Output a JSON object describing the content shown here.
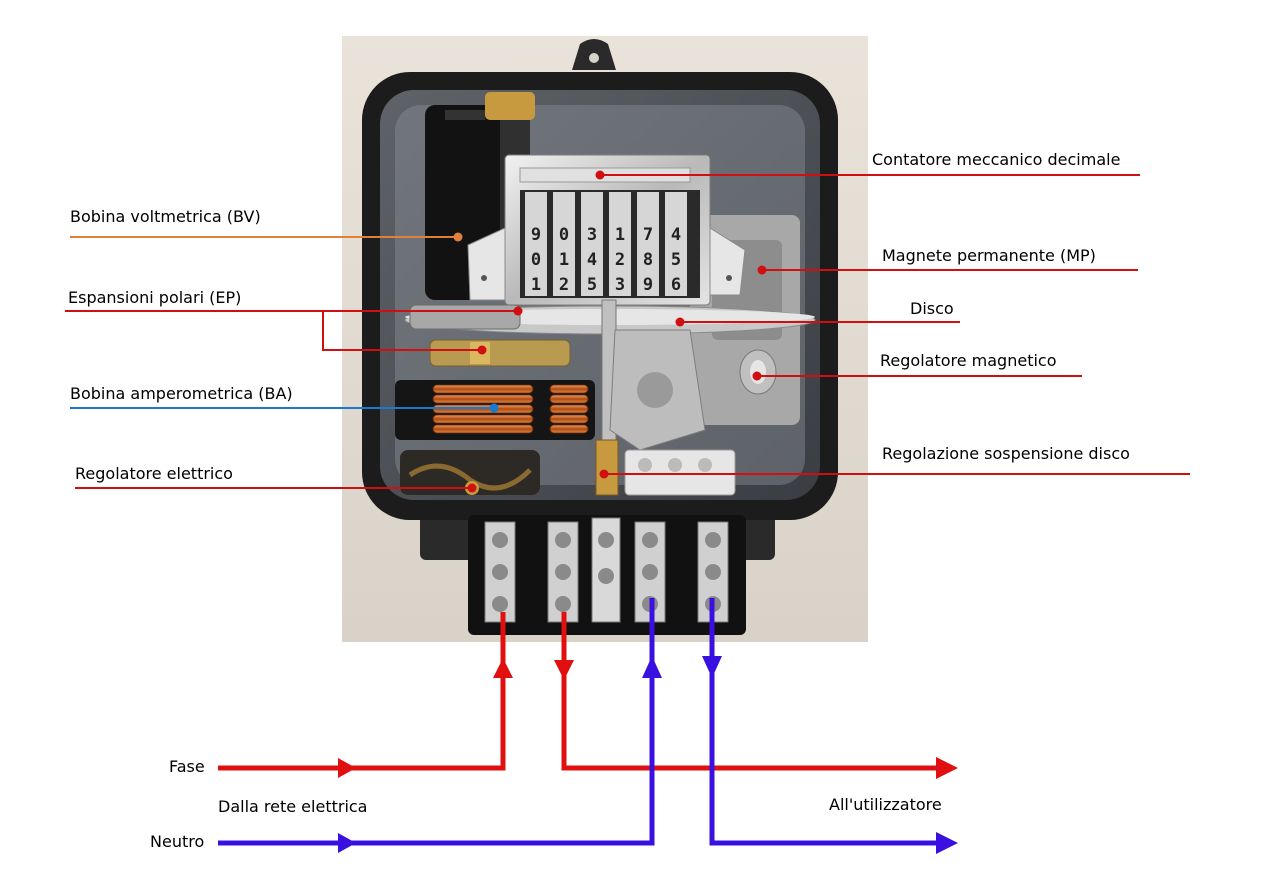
{
  "labels": {
    "contatore": "Contatore meccanico decimale",
    "bobina_v": "Bobina voltmetrica (BV)",
    "magnete": "Magnete permanente (MP)",
    "espansioni": "Espansioni polari (EP)",
    "disco": "Disco",
    "reg_magnetico": "Regolatore magnetico",
    "bobina_a": "Bobina amperometrica (BA)",
    "reg_elettrico": "Regolatore elettrico",
    "reg_sospensione": "Regolazione sospensione disco"
  },
  "wiring": {
    "fase": "Fase",
    "neutro": "Neutro",
    "source": "Dalla rete elettrica",
    "load": "All'utilizzatore"
  },
  "counter_digits": {
    "row1": [
      "9",
      "0",
      "3",
      "1",
      "7",
      "4"
    ],
    "row2": [
      "0",
      "1",
      "4",
      "2",
      "8",
      "5"
    ],
    "row3": [
      "1",
      "2",
      "5",
      "3",
      "9",
      "6"
    ]
  },
  "colors": {
    "phase": "#e01010",
    "neutral": "#3a10e0",
    "leader_bv": "#e0803a",
    "leader_ba": "#1a7ad0",
    "leader_default": "#cc0000"
  }
}
